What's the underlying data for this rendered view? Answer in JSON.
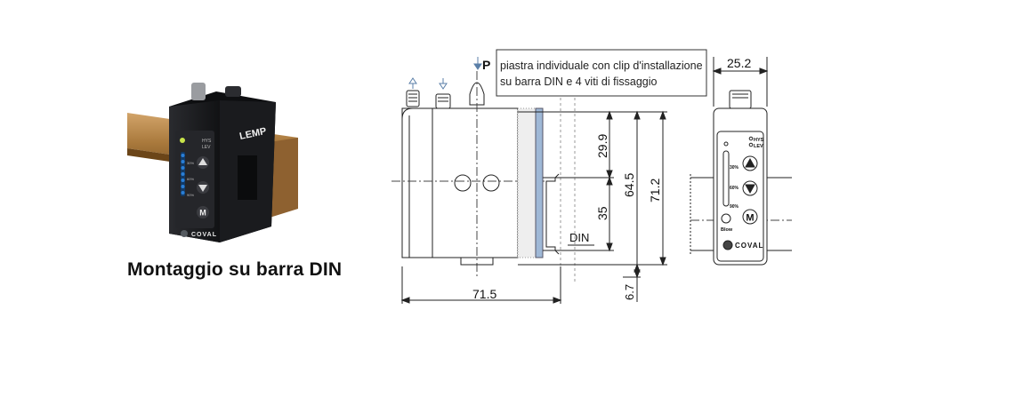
{
  "caption": "Montaggio su barra DIN",
  "product": {
    "brand_top": "LEMP",
    "brand_bottom": "COVAL",
    "label_hys": "HYS",
    "label_lev": "LEV",
    "pct_30": "30%",
    "pct_60": "60%",
    "pct_90": "90%",
    "mode_button": "M"
  },
  "annotation": {
    "port_label": "P",
    "line1": "piastra individuale con clip d'installazione",
    "line2": "su barra DIN e 4 viti di fissaggio"
  },
  "dimensions": {
    "width_side": "71.5",
    "height_upper": "29.9",
    "height_rail": "35",
    "height_mid": "64.5",
    "height_total": "71.2",
    "offset_bottom": "6.7",
    "width_front": "25.2",
    "rail_label": "DIN"
  },
  "front_view": {
    "label_hys": "HYS",
    "label_lev": "LEV",
    "pct_30": "30%",
    "pct_60": "60%",
    "pct_90": "90%",
    "mode_button": "M",
    "blow_label": "Blow",
    "brand": "COVAL"
  },
  "colors": {
    "rail": "#b7884a",
    "body": "#1c1d20",
    "led": "#2a7fd6",
    "plate": "#9fb8d6"
  }
}
